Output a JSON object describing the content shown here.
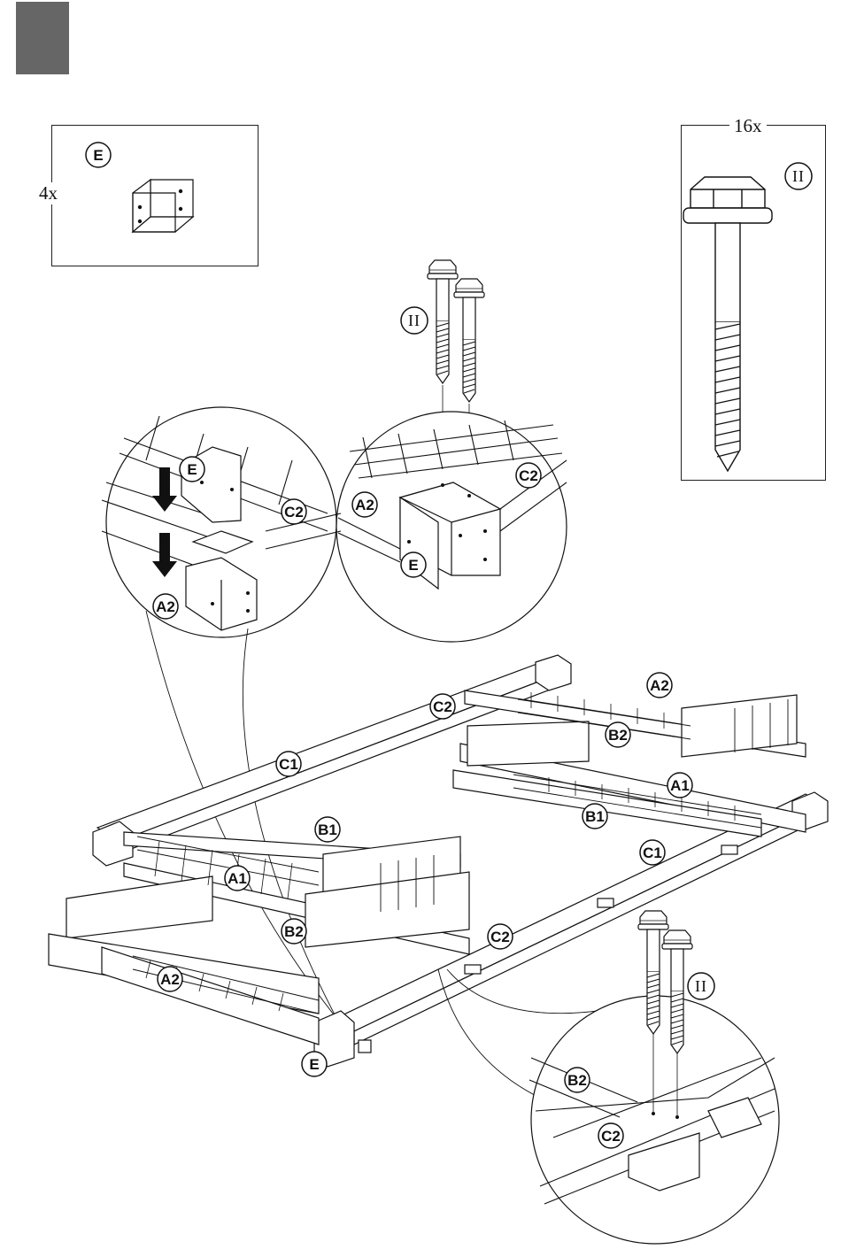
{
  "parts": {
    "bracket": {
      "id": "E",
      "quantity": "4x"
    },
    "screw": {
      "id": "II",
      "quantity": "16x"
    }
  },
  "labels": {
    "a1": "A1",
    "a2": "A2",
    "b1": "B1",
    "b2": "B2",
    "c1": "C1",
    "c2": "C2",
    "e": "E",
    "ii": "II"
  },
  "icons": [
    "step-marker",
    "corner-bracket-icon",
    "hex-screw-icon",
    "down-arrow-icon"
  ]
}
